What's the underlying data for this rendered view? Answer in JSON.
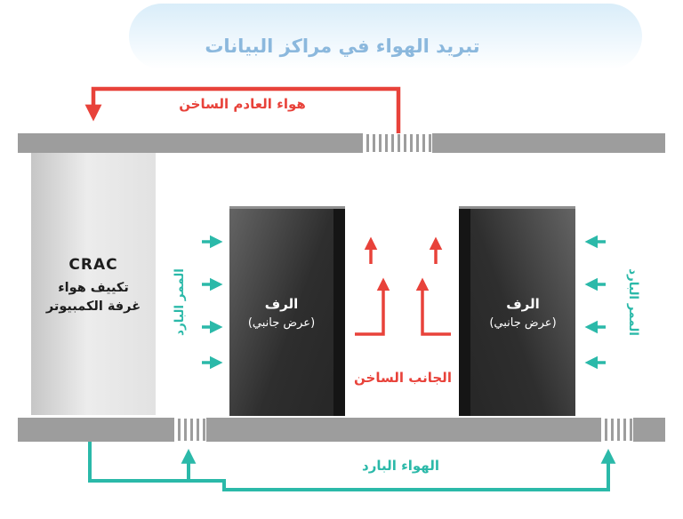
{
  "title": "تبريد الهواء في مراكز البيانات",
  "hot_exhaust": {
    "label": "هواء العادم الساخن"
  },
  "crac": {
    "line1": "CRAC",
    "line2": "تكييف هواء",
    "line3": "غرفة الكمبيوتر"
  },
  "rack": {
    "line1": "الرف",
    "line2": "(عرض جانبي)"
  },
  "cold_aisle": {
    "label": "الممر البارد"
  },
  "hot_aisle": {
    "label": "الجانب الساخن"
  },
  "cold_air": {
    "label": "الهواء البارد"
  },
  "colors": {
    "hot_red": "#e8423a",
    "cold_teal": "#2bb9a9",
    "title_blue": "#8bb8dd",
    "bar_gray": "#9d9d9d"
  }
}
